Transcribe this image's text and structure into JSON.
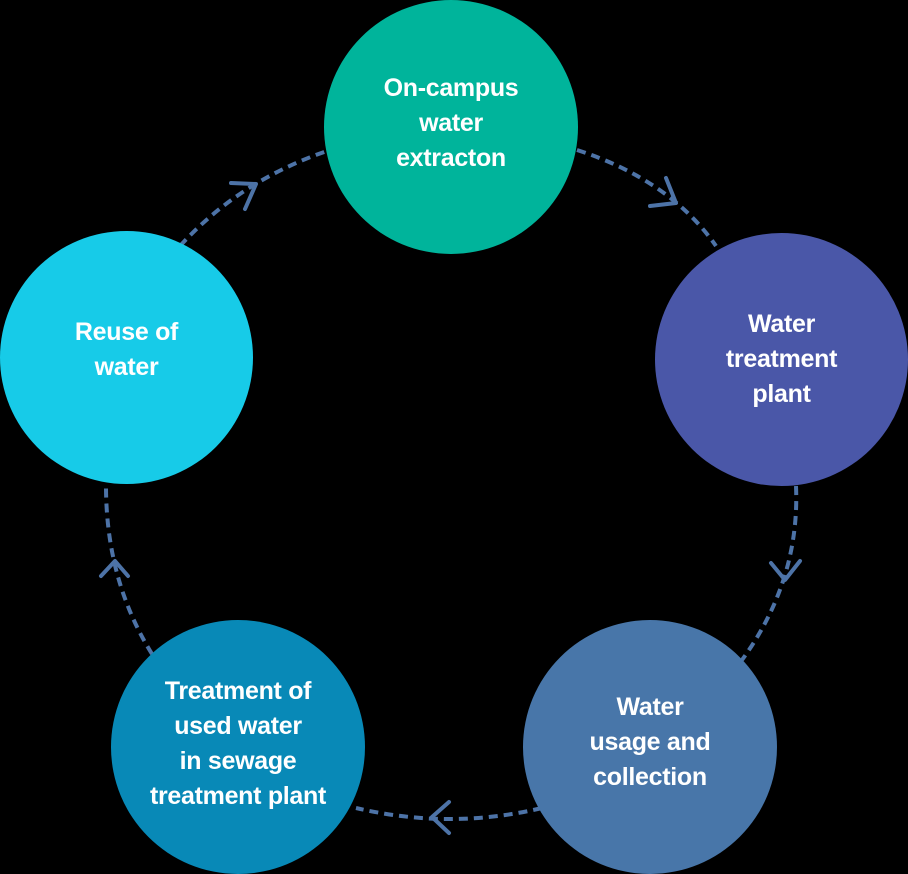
{
  "diagram": {
    "nodes": [
      {
        "id": "extraction",
        "label": "On-campus\nwater\nextracton",
        "color": "#00b49b"
      },
      {
        "id": "treatment",
        "label": "Water\ntreatment\nplant",
        "color": "#4a57a8"
      },
      {
        "id": "usage",
        "label": "Water\nusage and\ncollection",
        "color": "#4876a9"
      },
      {
        "id": "sewage",
        "label": "Treatment of\nused water\nin sewage\ntreatment plant",
        "color": "#0889b7"
      },
      {
        "id": "reuse",
        "label": "Reuse of\nwater",
        "color": "#17cbe8"
      }
    ],
    "edges": [
      {
        "from": "extraction",
        "to": "treatment",
        "style": "dashed"
      },
      {
        "from": "treatment",
        "to": "usage",
        "style": "dashed"
      },
      {
        "from": "usage",
        "to": "sewage",
        "style": "dashed"
      },
      {
        "from": "sewage",
        "to": "reuse",
        "style": "dashed"
      },
      {
        "from": "reuse",
        "to": "extraction",
        "style": "dashed"
      }
    ],
    "edge_color": "#4d73a7",
    "background": "#000000"
  }
}
